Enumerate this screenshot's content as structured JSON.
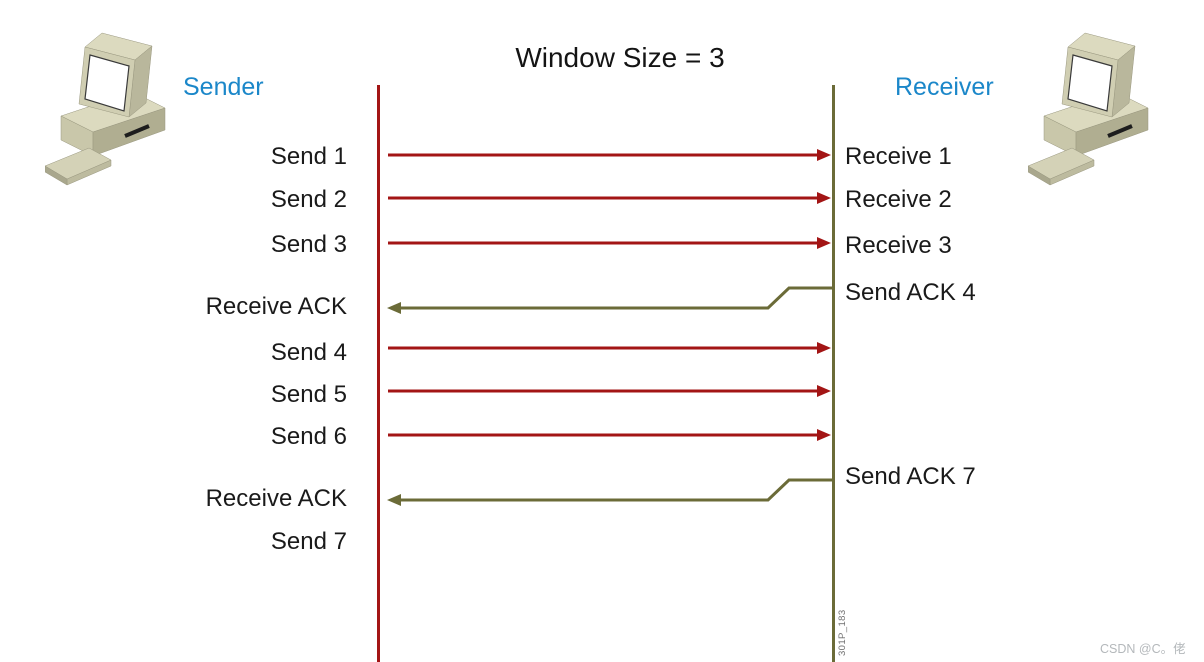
{
  "title": "Window Size = 3",
  "actors": {
    "sender": "Sender",
    "receiver": "Receiver"
  },
  "events": {
    "row1": {
      "left": "Send 1",
      "right": "Receive 1"
    },
    "row2": {
      "left": "Send 2",
      "right": "Receive 2"
    },
    "row3": {
      "left": "Send 3",
      "right": "Receive 3"
    },
    "ack1": {
      "left": "Receive ACK",
      "right": "Send ACK 4"
    },
    "row4": {
      "left": "Send 4"
    },
    "row5": {
      "left": "Send 5"
    },
    "row6": {
      "left": "Send 6"
    },
    "ack2": {
      "left": "Receive ACK",
      "right": "Send ACK 7"
    },
    "row7": {
      "left": "Send 7"
    }
  },
  "footnote": "301P_183",
  "watermark": "CSDN @C。佬",
  "colors": {
    "data_arrow": "#a31515",
    "ack_arrow": "#6b6b38",
    "actor_label": "#1b87c9"
  }
}
